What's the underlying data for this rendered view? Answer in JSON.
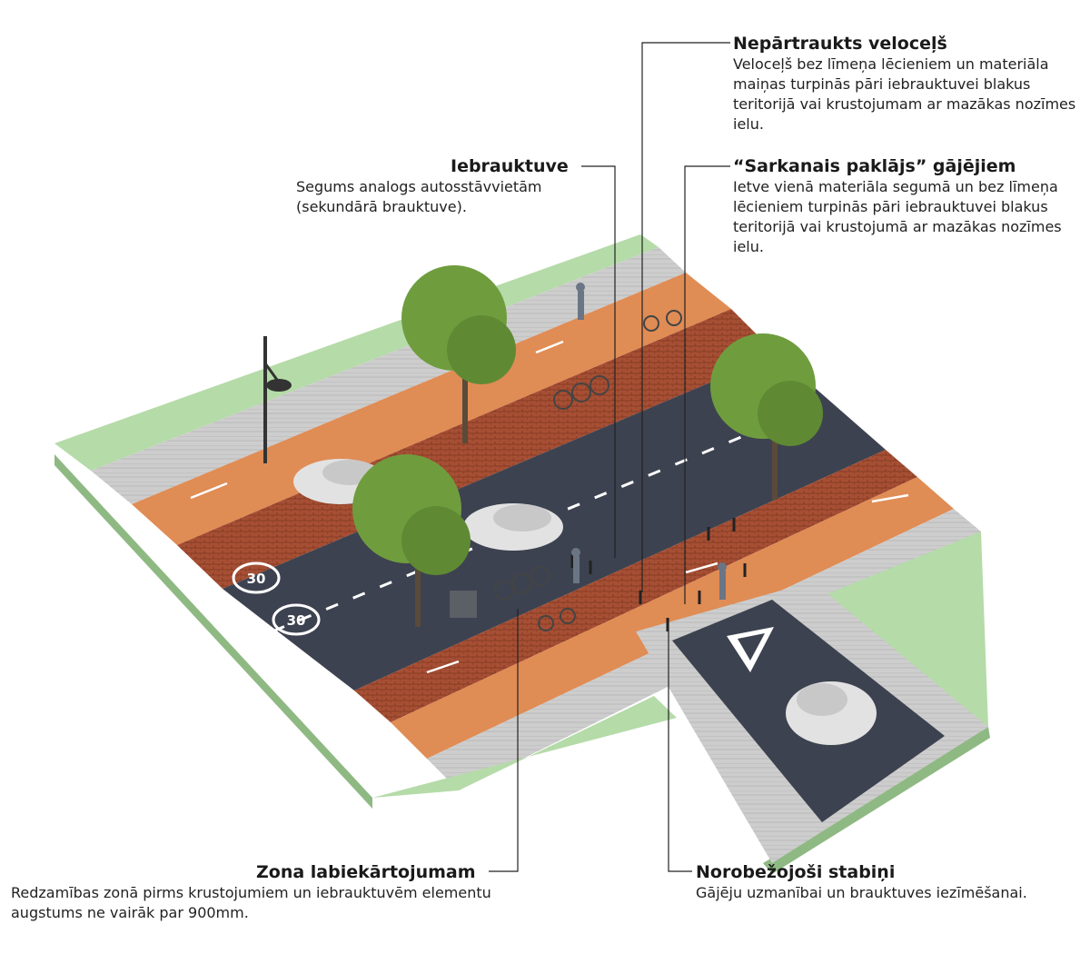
{
  "callouts": {
    "veloceljs": {
      "title": "Nepārtraukts veloceļš",
      "desc": "Veloceļš bez līmeņa lēcieniem un materiāla maiņas turpinās pāri iebrauktuvei blakus teritorijā vai krustojumam ar mazākas nozīmes ielu."
    },
    "iebrauktuve": {
      "title": "Iebrauktuve",
      "desc": "Segums analogs autosstāvvietām (sekundārā brauktuve)."
    },
    "paklajs": {
      "title": "“Sarkanais paklājs” gājējiem",
      "desc": "Ietve vienā materiāla segumā un bez līmeņa lēcieniem turpinās pāri iebrauktuvei blakus teritorijā vai krustojumā ar mazākas nozīmes ielu."
    },
    "zona": {
      "title": "Zona labiekārtojumam",
      "desc": "Redzamības zonā pirms krustojumiem un iebrauktuvēm elementu augstums ne vairāk par 900mm."
    },
    "stabini": {
      "title": "Norobežojoši stabiņi",
      "desc": "Gājēju uzmanībai un brauktuves iezīmēšanai."
    }
  },
  "speed_marking": "30",
  "colors": {
    "grass": "#b5dba8",
    "paving": "#c9c9c9",
    "bike_lane": "#e08c55",
    "brick": "#a34d32",
    "road": "#3d4250",
    "tree": "#6f9d3e",
    "leader": "#222222"
  }
}
